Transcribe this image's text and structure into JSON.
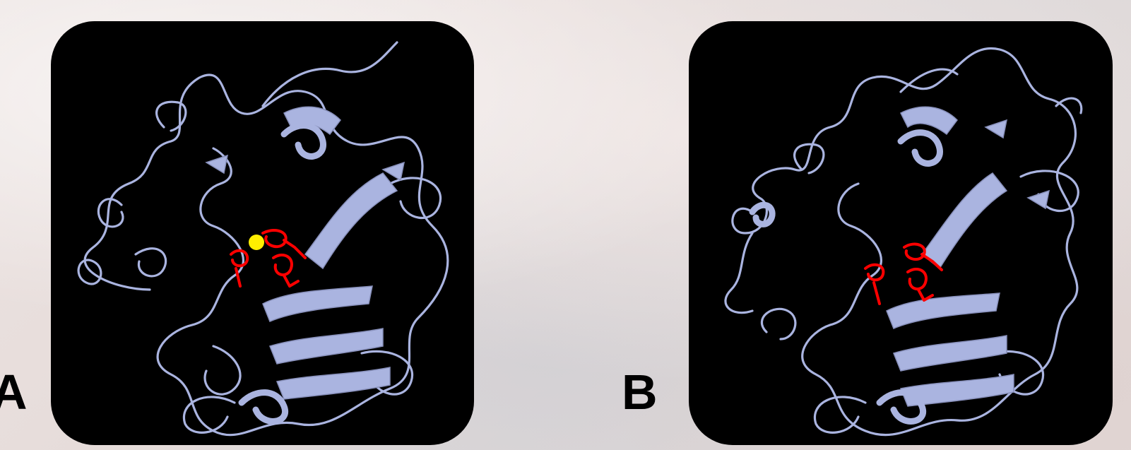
{
  "figure": {
    "panels": [
      {
        "id": "A",
        "label": "A",
        "subject": "protein-ribbon-structure",
        "has_bound_ion": true,
        "colors": {
          "ribbon": "#aab4e0",
          "active_site": "#ff0000",
          "ion": "#ffee00",
          "background": "#000000"
        }
      },
      {
        "id": "B",
        "label": "B",
        "subject": "protein-ribbon-structure",
        "has_bound_ion": false,
        "colors": {
          "ribbon": "#aab4e0",
          "active_site": "#ff0000",
          "background": "#000000"
        }
      }
    ],
    "background_colors": {
      "base": "#e6dcda",
      "accent": "#ddd9da"
    }
  }
}
